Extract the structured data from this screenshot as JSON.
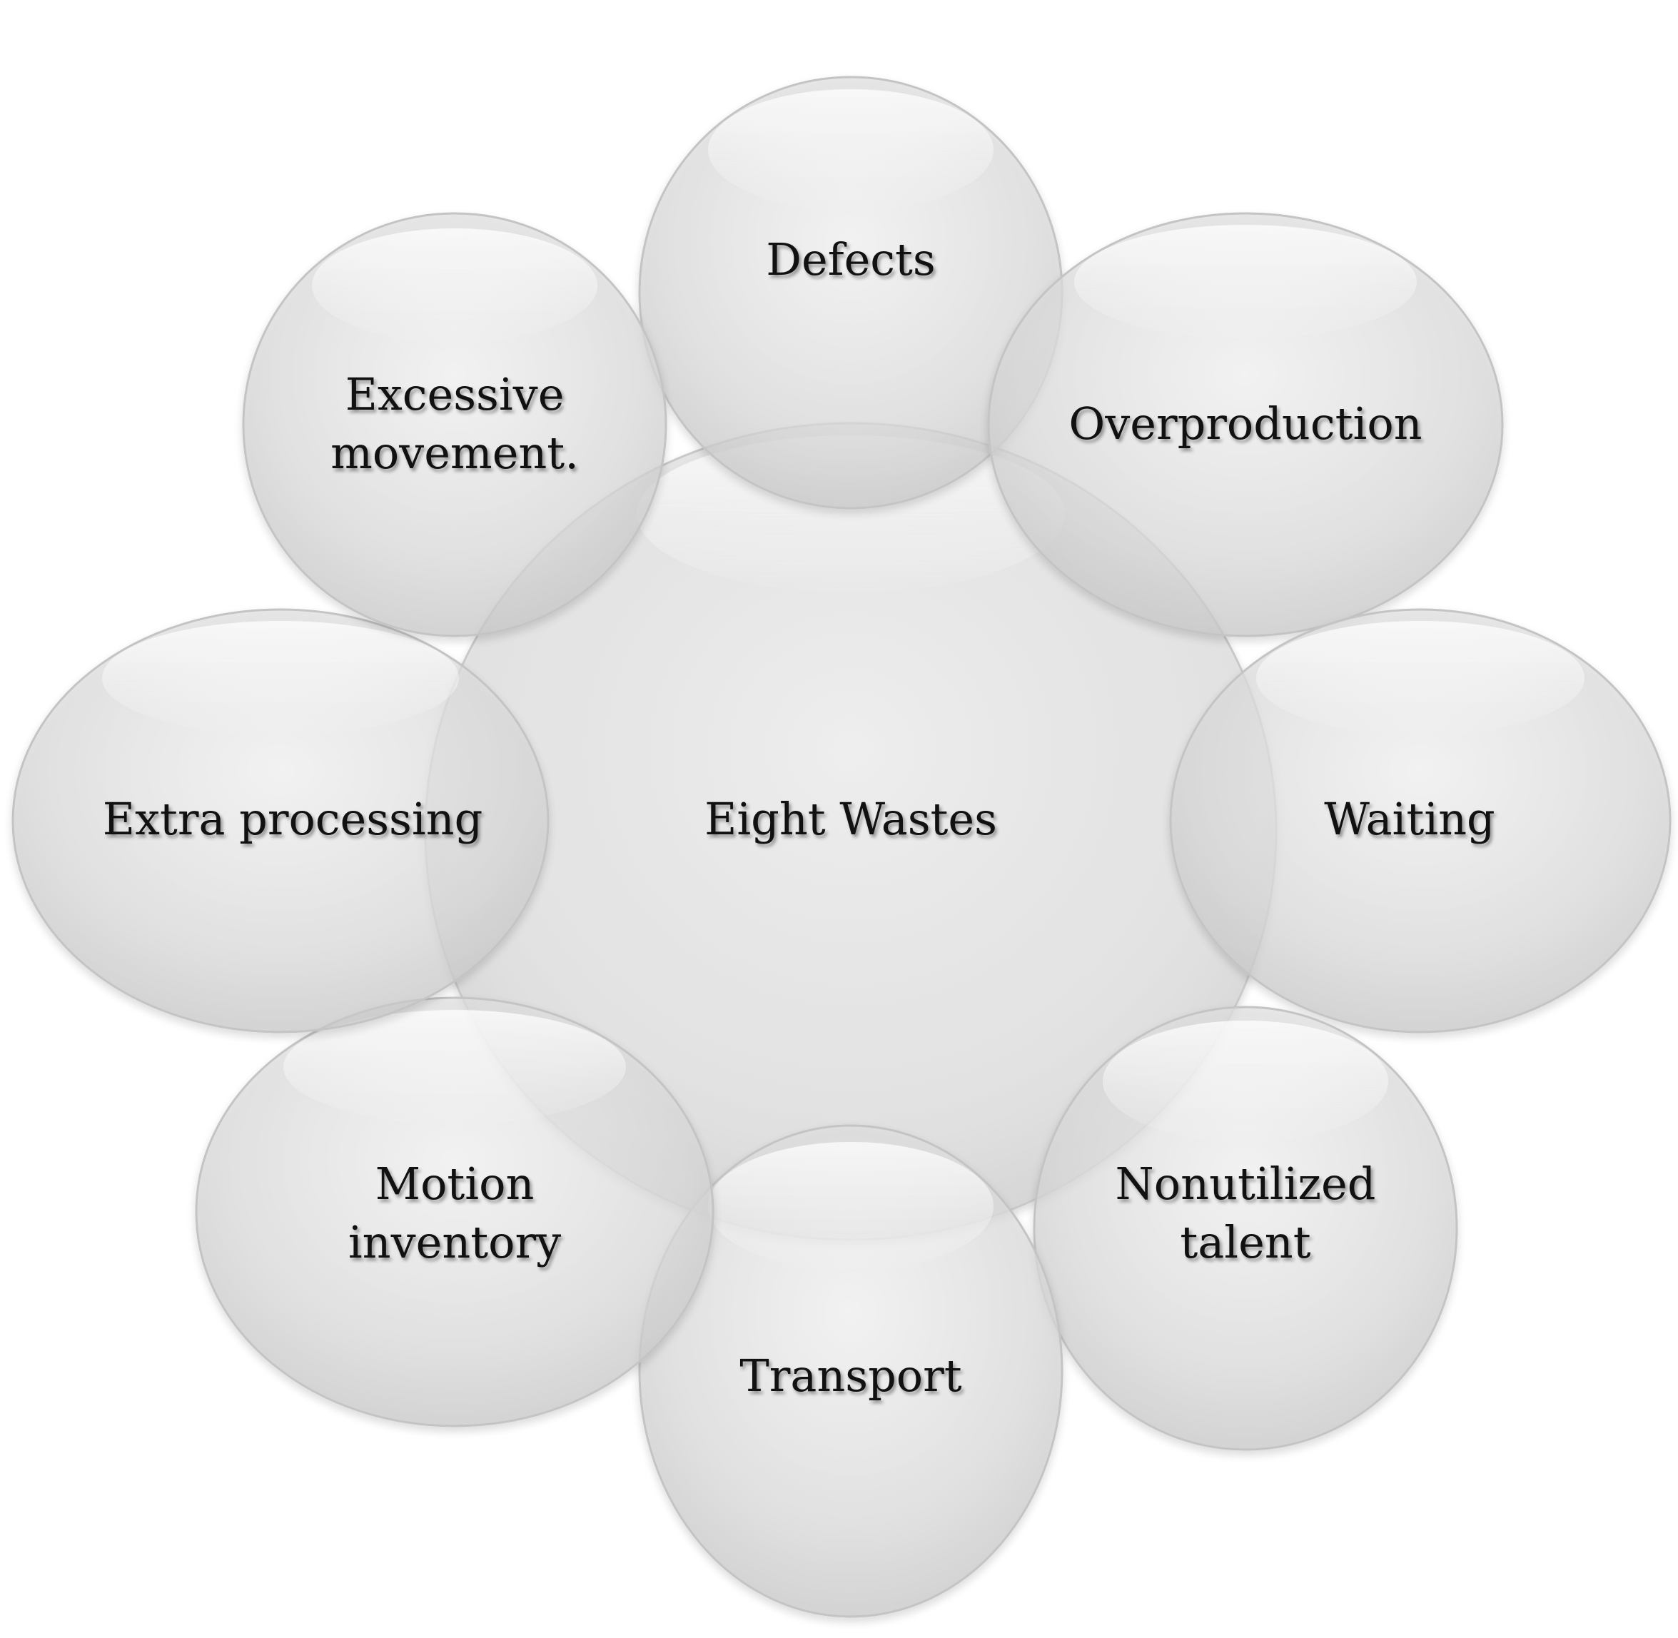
{
  "diagram": {
    "center": {
      "label": [
        "Eight Wastes"
      ]
    },
    "nodes": [
      {
        "id": "defects",
        "label": [
          "Defects"
        ]
      },
      {
        "id": "overproduction",
        "label": [
          "Overproduction"
        ]
      },
      {
        "id": "waiting",
        "label": [
          "Waiting"
        ]
      },
      {
        "id": "nonutilized-talent",
        "label": [
          "Nonutilized",
          "talent"
        ]
      },
      {
        "id": "transport",
        "label": [
          "Transport"
        ]
      },
      {
        "id": "motion-inventory",
        "label": [
          "Motion",
          "inventory"
        ]
      },
      {
        "id": "extra-processing",
        "label": [
          "Extra processing"
        ]
      },
      {
        "id": "excessive-movement",
        "label": [
          "Excessive",
          "movement."
        ]
      }
    ]
  }
}
